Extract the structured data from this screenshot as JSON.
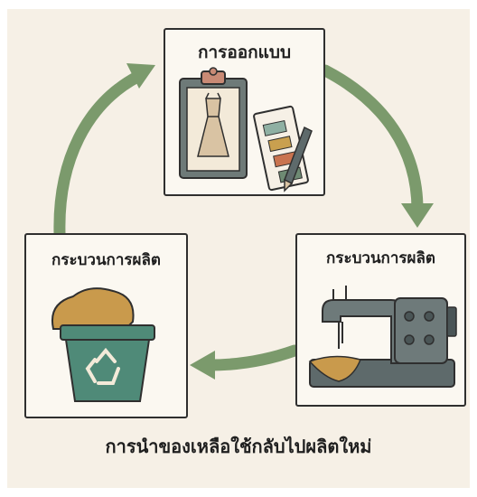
{
  "boxes": {
    "design": {
      "title": "การออกแบบ"
    },
    "production_right": {
      "title": "กระบวนการผลิต"
    },
    "production_left": {
      "title": "กระบวนการผลิต"
    }
  },
  "caption": "การนำของเหลือใช้กลับไปผลิตใหม่",
  "colors": {
    "background": "#f6f0e6",
    "box_fill": "#fbf8f1",
    "arrow": "#7b9a6c",
    "bin": "#4f8a78",
    "fabric": "#c99a4c",
    "machine": "#5e6a6b"
  },
  "icons": [
    "clipboard-dress-icon",
    "color-swatch-icon",
    "pencil-icon",
    "sewing-machine-icon",
    "recycle-bin-icon"
  ]
}
